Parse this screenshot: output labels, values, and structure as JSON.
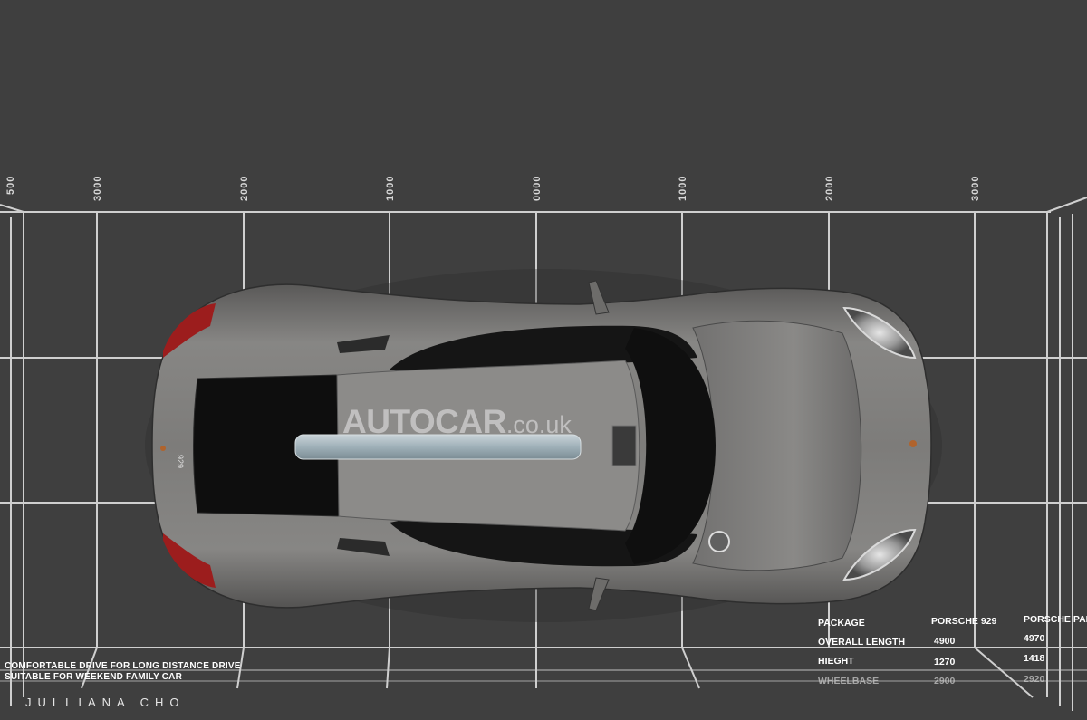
{
  "ruler": {
    "edge_label": "500",
    "labels": [
      "3000",
      "2000",
      "1000",
      "0000",
      "1000",
      "2000",
      "3000"
    ]
  },
  "watermark": {
    "main": "AUTOCAR",
    "tld": ".co.uk"
  },
  "badge": {
    "model": "929"
  },
  "caption": {
    "line1": "COMFORTABLE DRIVE FOR LONG DISTANCE DRIVE",
    "line2": "SUITABLE FOR WEEKEND FAMILY CAR"
  },
  "specs": {
    "headers": [
      "PACKAGE",
      "PORSCHE 929",
      "PORSCHE PANAMERA"
    ],
    "rows": [
      {
        "label": "OVERALL LENGTH",
        "v1": "4900",
        "v2": "4970"
      },
      {
        "label": "HIEGHT",
        "v1": "1270",
        "v2": "1418"
      },
      {
        "label": "WHEELBASE",
        "v1": "2900",
        "v2": "2920"
      }
    ]
  },
  "designer": "JULLIANA CHO",
  "colors": {
    "background": "#3f3f3f",
    "grid": "#cfcfcf",
    "body": "#7e7d7b",
    "glass": "#101010",
    "taillight": "#9c1d1d"
  }
}
